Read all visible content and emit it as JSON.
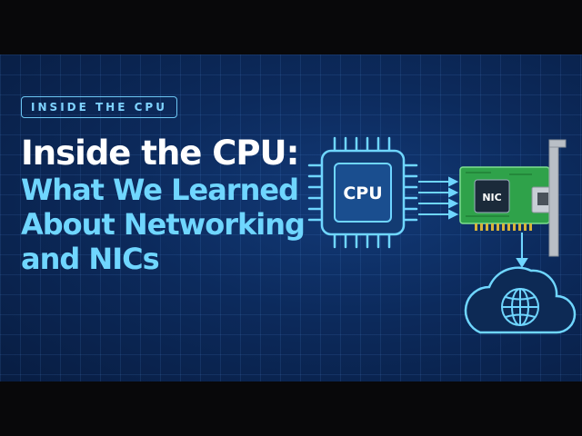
{
  "banner": {
    "tag_label": "INSIDE THE CPU",
    "title_line1": "Inside the CPU:",
    "title_line2a": "What We Learned",
    "title_line2b": "About Networking",
    "title_line2c": "and NICs"
  },
  "diagram": {
    "cpu_label": "CPU",
    "nic_label": "NIC",
    "icons": [
      "cpu-chip-icon",
      "nic-card-icon",
      "cloud-icon",
      "globe-icon"
    ],
    "colors": {
      "accent": "#6fd6ff",
      "cpu_fill": "#1a4e8f",
      "nic_board": "#2fa24a",
      "bracket": "#b9bfc6"
    }
  }
}
